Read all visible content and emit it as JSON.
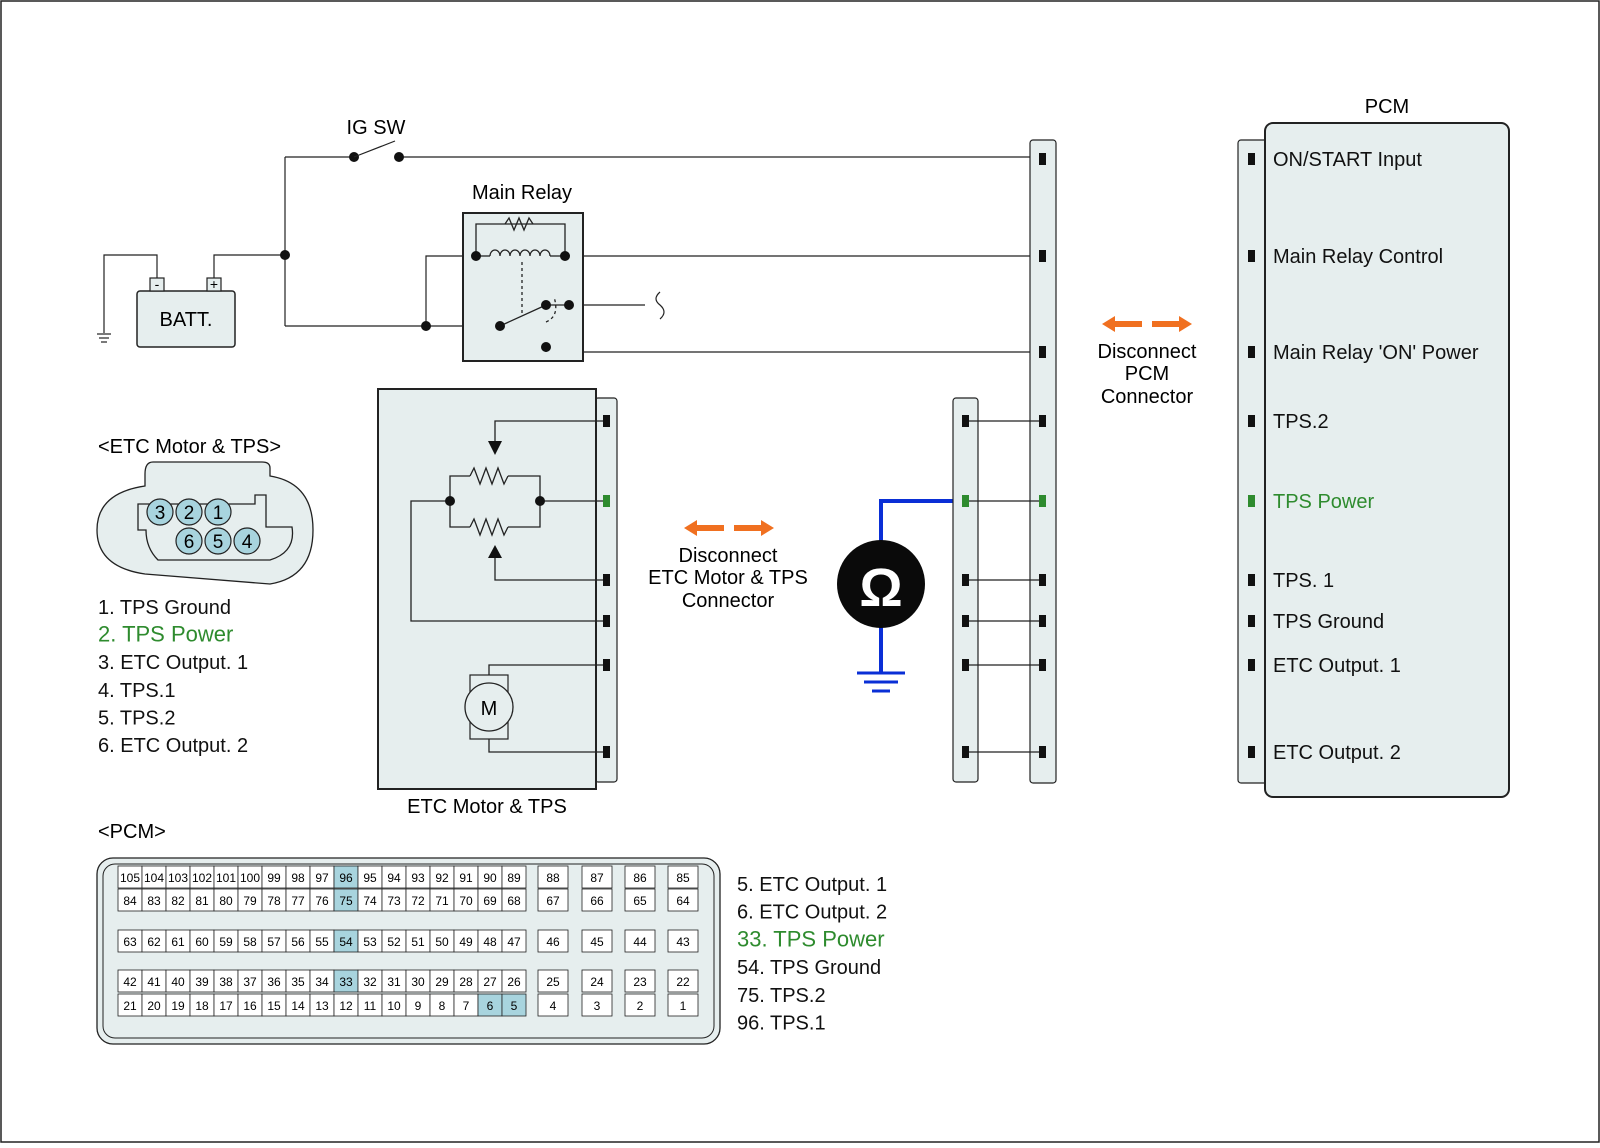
{
  "colors": {
    "highlight": "#2e8b2e",
    "probe": "#0a2fd6",
    "arrow": "#f07020",
    "pin_fill": "#a8d4de",
    "panel": "#e6eeee"
  },
  "labels": {
    "ig_sw": "IG SW",
    "main_relay": "Main Relay",
    "batt": "BATT.",
    "batt_minus": "-",
    "batt_plus": "+",
    "pcm_title": "PCM",
    "etc_box_label": "ETC Motor & TPS",
    "motor_letter": "M",
    "ohm_symbol": "Ω",
    "disconnect_pcm": [
      "Disconnect",
      "PCM",
      "Connector"
    ],
    "disconnect_etc": [
      "Disconnect",
      "ETC Motor & TPS",
      "Connector"
    ]
  },
  "pcm_pins": [
    "ON/START Input",
    "Main Relay Control",
    "Main Relay 'ON' Power",
    "TPS.2",
    "TPS Power",
    "TPS. 1",
    "TPS Ground",
    "ETC Output. 1",
    "ETC Output. 2"
  ],
  "etc_connector": {
    "title": "<ETC Motor & TPS>",
    "pins_top": [
      "3",
      "2",
      "1"
    ],
    "pins_bottom": [
      "6",
      "5",
      "4"
    ],
    "legend": [
      "1. TPS Ground",
      "2. TPS Power",
      "3. ETC Output. 1",
      "4. TPS.1",
      "5. TPS.2",
      "6. ETC Output. 2"
    ],
    "highlight_index": 1
  },
  "pcm_connector": {
    "title": "<PCM>",
    "rows": [
      [
        "105",
        "104",
        "103",
        "102",
        "101",
        "100",
        "99",
        "98",
        "97",
        "96",
        "95",
        "94",
        "93",
        "92",
        "91",
        "90",
        "89"
      ],
      [
        "84",
        "83",
        "82",
        "81",
        "80",
        "79",
        "78",
        "77",
        "76",
        "75",
        "74",
        "73",
        "72",
        "71",
        "70",
        "69",
        "68"
      ],
      [
        "63",
        "62",
        "61",
        "60",
        "59",
        "58",
        "57",
        "56",
        "55",
        "54",
        "53",
        "52",
        "51",
        "50",
        "49",
        "48",
        "47"
      ],
      [
        "42",
        "41",
        "40",
        "39",
        "38",
        "37",
        "36",
        "35",
        "34",
        "33",
        "32",
        "31",
        "30",
        "29",
        "28",
        "27",
        "26"
      ],
      [
        "21",
        "20",
        "19",
        "18",
        "17",
        "16",
        "15",
        "14",
        "13",
        "12",
        "11",
        "10",
        "9",
        "8",
        "7",
        "6",
        "5"
      ]
    ],
    "extra": [
      [
        "88",
        "87",
        "86",
        "85"
      ],
      [
        "67",
        "66",
        "65",
        "64"
      ],
      [
        "46",
        "45",
        "44",
        "43"
      ],
      [
        "25",
        "24",
        "23",
        "22"
      ],
      [
        "4",
        "3",
        "2",
        "1"
      ]
    ],
    "highlighted": [
      "96",
      "75",
      "54",
      "33",
      "6",
      "5"
    ],
    "legend": [
      "5. ETC Output. 1",
      "6. ETC Output. 2",
      "33. TPS Power",
      "54. TPS Ground",
      "75. TPS.2",
      "96. TPS.1"
    ],
    "highlight_index": 2
  }
}
